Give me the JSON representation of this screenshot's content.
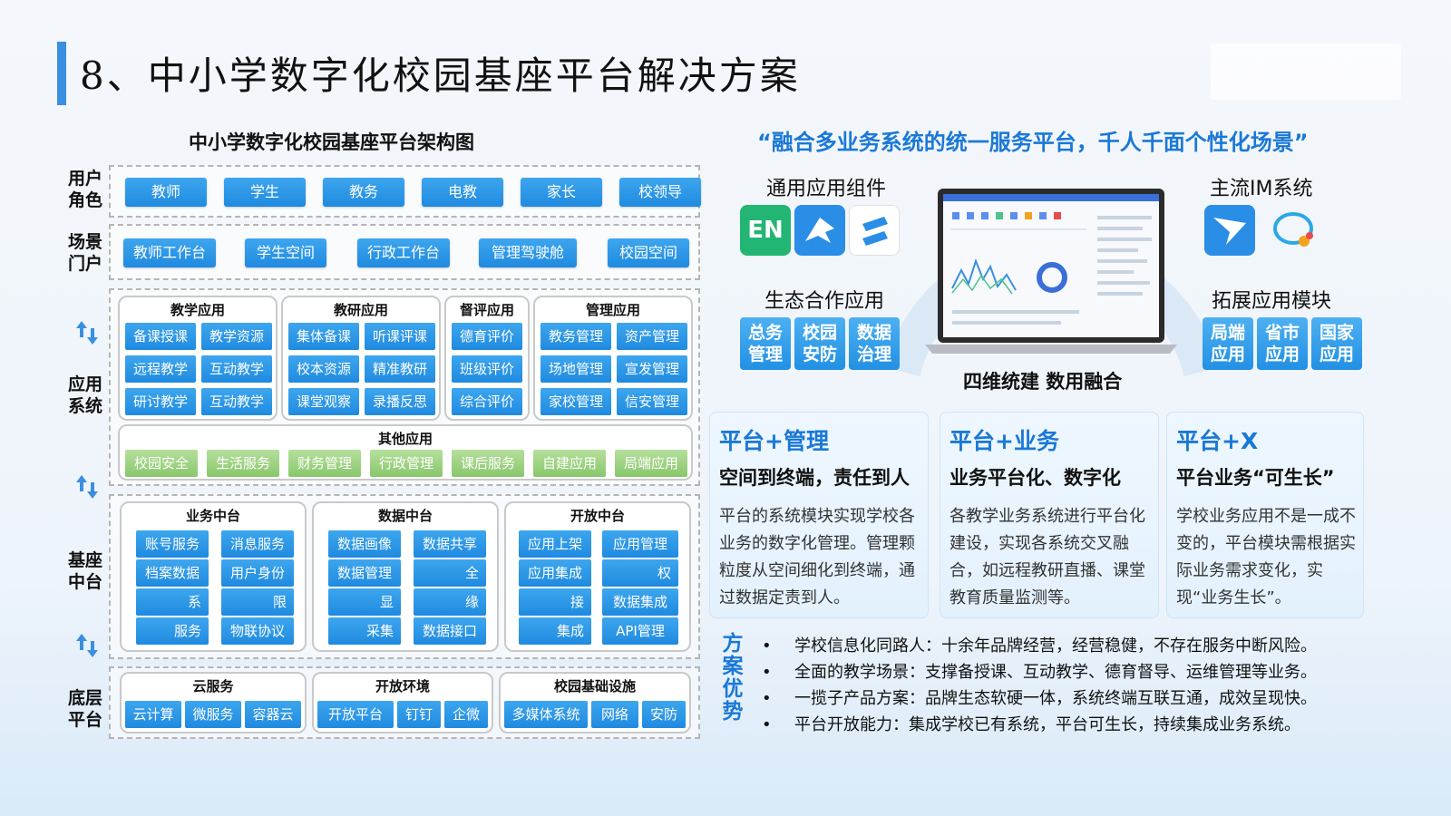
{
  "title": "8、中小学数字化校园基座平台解决方案",
  "architecture": {
    "title": "中小学数字化校园基座平台架构图",
    "row_labels": {
      "user_roles": [
        "用户",
        "角色"
      ],
      "portals": [
        "场景",
        "门户"
      ],
      "apps": [
        "应用",
        "系统"
      ],
      "middle": [
        "基座",
        "中台"
      ],
      "base": [
        "底层",
        "平台"
      ]
    },
    "user_roles": [
      "教师",
      "学生",
      "教务",
      "电教",
      "家长",
      "校领导"
    ],
    "portals": [
      "教师工作台",
      "学生空间",
      "行政工作台",
      "管理驾驶舱",
      "校园空间"
    ],
    "app_groups": [
      {
        "title": "教学应用",
        "items": [
          "备课授课",
          "教学资源",
          "远程教学",
          "互动教学",
          "研讨教学",
          "互动教学"
        ]
      },
      {
        "title": "教研应用",
        "items": [
          "集体备课",
          "听课评课",
          "校本资源",
          "精准教研",
          "课堂观察",
          "录播反思"
        ]
      },
      {
        "title": "督评应用",
        "items": [
          "德育评价",
          "班级评价",
          "综合评价"
        ]
      },
      {
        "title": "管理应用",
        "items": [
          "教务管理",
          "资产管理",
          "场地管理",
          "宣发管理",
          "家校管理",
          "信安管理"
        ]
      }
    ],
    "other_apps": {
      "title": "其他应用",
      "items": [
        "校园安全",
        "生活服务",
        "财务管理",
        "行政管理",
        "课后服务",
        "自建应用",
        "局端应用"
      ]
    },
    "middle_groups": [
      {
        "title": "业务中台",
        "items": [
          "账号服务",
          "消息服务",
          "档案数据",
          "用户身份",
          "系",
          "限",
          "服务",
          "物联协议"
        ]
      },
      {
        "title": "数据中台",
        "items": [
          "数据画像",
          "数据共享",
          "数据管理",
          "全",
          "显",
          "缘",
          "采集",
          "数据接口"
        ]
      },
      {
        "title": "开放中台",
        "items": [
          "应用上架",
          "应用管理",
          "应用集成",
          "权",
          "接",
          "数据集成",
          "集成",
          "API管理"
        ]
      }
    ],
    "base_groups": [
      {
        "title": "云服务",
        "items": [
          "云计算",
          "微服务",
          "容器云"
        ]
      },
      {
        "title": "开放环境",
        "items": [
          "开放平台",
          "钉钉",
          "企微"
        ]
      },
      {
        "title": "校园基础设施",
        "items": [
          "多媒体系统",
          "网络",
          "安防"
        ]
      }
    ]
  },
  "right": {
    "slogan": "“融合多业务系统的统一服务平台，千人千面个性化场景”",
    "general_apps": "通用应用组件",
    "general_icons": [
      {
        "icon": "en-icon",
        "text": "EN"
      },
      {
        "icon": "bird-icon"
      },
      {
        "icon": "s-logo-icon"
      }
    ],
    "mainstream_im": "主流IM系统",
    "im_icons": [
      {
        "icon": "feishu-icon"
      },
      {
        "icon": "chat-bubble-icon"
      }
    ],
    "eco_apps": "生态合作应用",
    "eco_tiles": [
      [
        "总务",
        "管理"
      ],
      [
        "校园",
        "安防"
      ],
      [
        "数据",
        "治理"
      ]
    ],
    "ext_modules": "拓展应用模块",
    "ext_tiles": [
      [
        "局端",
        "应用"
      ],
      [
        "省市",
        "应用"
      ],
      [
        "国家",
        "应用"
      ]
    ],
    "platform_title": "四维统建 数用融合",
    "cards": [
      {
        "head": "平台+管理",
        "sub": "空间到终端，责任到人",
        "body": "平台的系统模块实现学校各业务的数字化管理。管理颗粒度从空间细化到终端，通过数据定责到人。"
      },
      {
        "head": "平台+业务",
        "sub": "业务平台化、数字化",
        "body": "各教学业务系统进行平台化建设，实现各系统交叉融合，如远程教研直播、课堂教育质量监测等。"
      },
      {
        "head": "平台+X",
        "sub": "平台业务“可生长”",
        "body": "学校业务应用不是一成不变的，平台模块需根据实际业务需求变化，实现“业务生长”。"
      }
    ],
    "advantage_label": [
      "方",
      "案",
      "优",
      "势"
    ],
    "bullets": [
      "学校信息化同路人：十余年品牌经营，经营稳健，不存在服务中断风险。",
      "全面的教学场景：支撑备授课、互动教学、德育督导、运维管理等业务。",
      "一揽子产品方案：品牌生态软硬一体，系统终端互联互通，成效呈现快。",
      "平台开放能力：集成学校已有系统，平台可生长，持续集成业务系统。"
    ],
    "colors": {
      "accent": "#1a78d6",
      "tile": "#2290e4",
      "green": "#88c76b"
    }
  }
}
